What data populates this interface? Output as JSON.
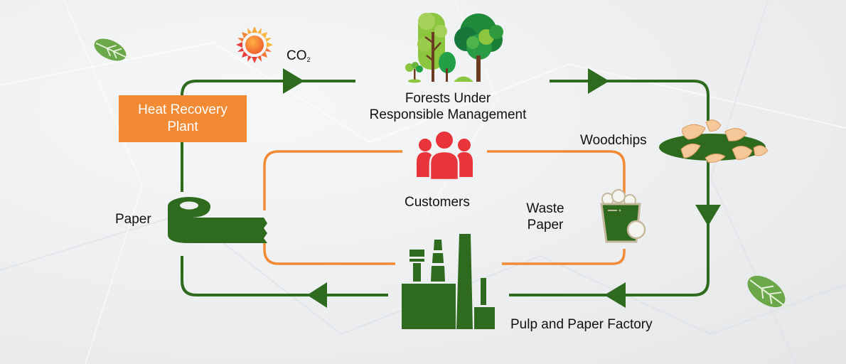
{
  "title": "Paper lifecycle cycle diagram",
  "colors": {
    "main_loop": "#2e6b1f",
    "inner_loop": "#f28a34",
    "heat_box": "#f28a34",
    "customers_icon": "#e8353b",
    "woodchips": "#f5c89a",
    "text": "#111111"
  },
  "nodes": {
    "heat_recovery": {
      "line1": "Heat Recovery",
      "line2": "Plant"
    },
    "co2": {
      "base": "CO",
      "subscript": "2"
    },
    "forests": {
      "line1": "Forests Under",
      "line2": "Responsible Management"
    },
    "woodchips": {
      "label": "Woodchips"
    },
    "customers": {
      "label": "Customers"
    },
    "waste_paper": {
      "line1": "Waste",
      "line2": "Paper"
    },
    "paper": {
      "label": "Paper"
    },
    "factory": {
      "label": "Pulp and Paper Factory"
    }
  },
  "icons": {
    "sun": "sun-icon",
    "trees": "trees-icon",
    "woodchips": "woodchips-icon",
    "customers": "people-group-icon",
    "waste_bin": "waste-bin-icon",
    "paper_roll": "paper-roll-icon",
    "factory": "factory-icon",
    "leaf": "leaf-icon"
  },
  "flow": [
    {
      "from": "Heat Recovery Plant",
      "to": "Forests Under Responsible Management",
      "via": "CO2"
    },
    {
      "from": "Forests Under Responsible Management",
      "to": "Woodchips"
    },
    {
      "from": "Woodchips",
      "to": "Pulp and Paper Factory"
    },
    {
      "from": "Pulp and Paper Factory",
      "to": "Paper"
    },
    {
      "from": "Paper",
      "to": "Heat Recovery Plant"
    },
    {
      "from": "Paper",
      "to": "Customers",
      "loop": "inner"
    },
    {
      "from": "Customers",
      "to": "Waste Paper",
      "loop": "inner"
    },
    {
      "from": "Waste Paper",
      "to": "Pulp and Paper Factory",
      "loop": "inner"
    }
  ]
}
